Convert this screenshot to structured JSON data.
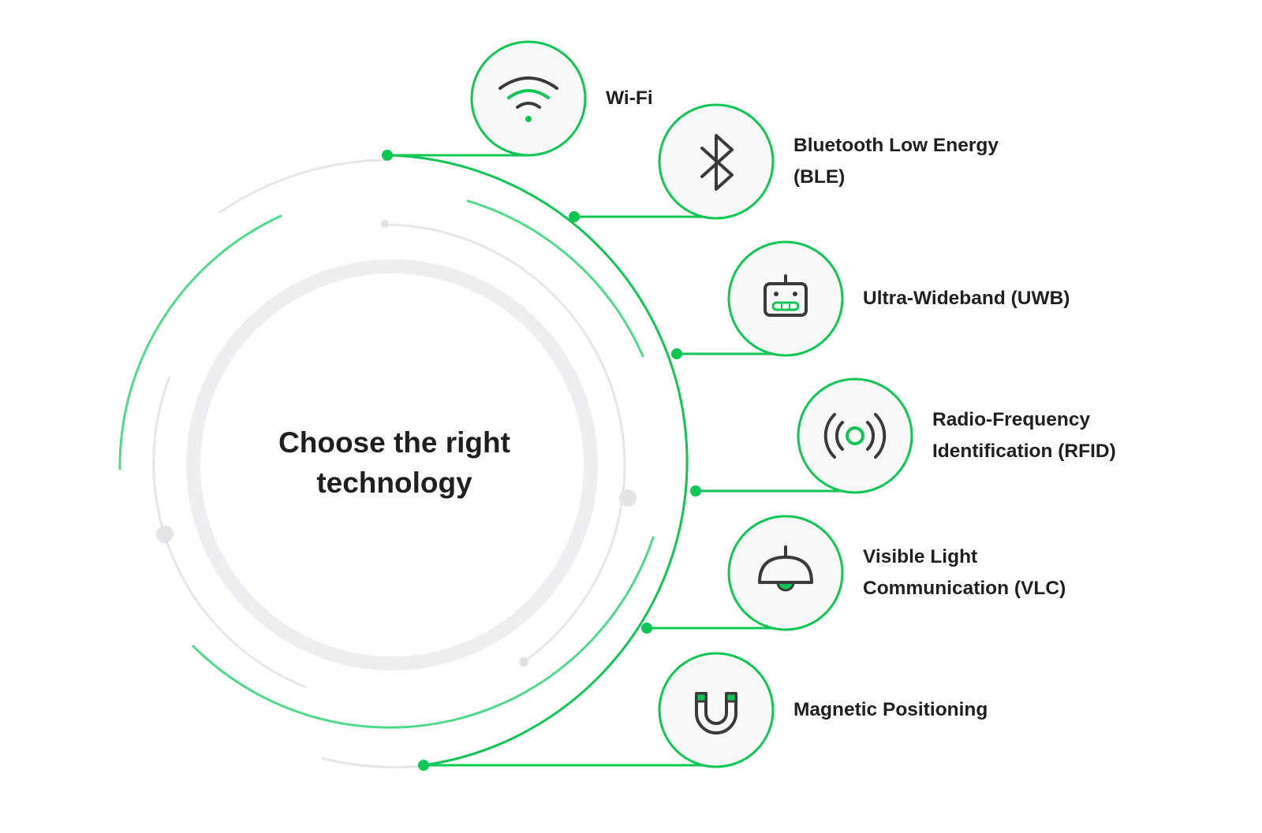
{
  "title": {
    "line1": "Choose the right",
    "line2": "technology"
  },
  "colors": {
    "accent": "#0ec653",
    "accent_soft": "#4fd98a",
    "gray_ring": "#eeeef1",
    "gray_line": "#e6e6e9",
    "icon_stroke": "#3a3a3a",
    "text": "#1f1f1f"
  },
  "technologies": [
    {
      "icon": "wifi-icon",
      "line1": "Wi-Fi",
      "line2": ""
    },
    {
      "icon": "bluetooth-icon",
      "line1": "Bluetooth Low Energy",
      "line2": "(BLE)"
    },
    {
      "icon": "uwb-device-icon",
      "line1": "Ultra-Wideband (UWB)",
      "line2": ""
    },
    {
      "icon": "rfid-signal-icon",
      "line1": "Radio-Frequency",
      "line2": "Identification (RFID)"
    },
    {
      "icon": "ceiling-lamp-icon",
      "line1": "Visible Light",
      "line2": "Communication (VLC)"
    },
    {
      "icon": "magnet-icon",
      "line1": "Magnetic Positioning",
      "line2": ""
    }
  ]
}
